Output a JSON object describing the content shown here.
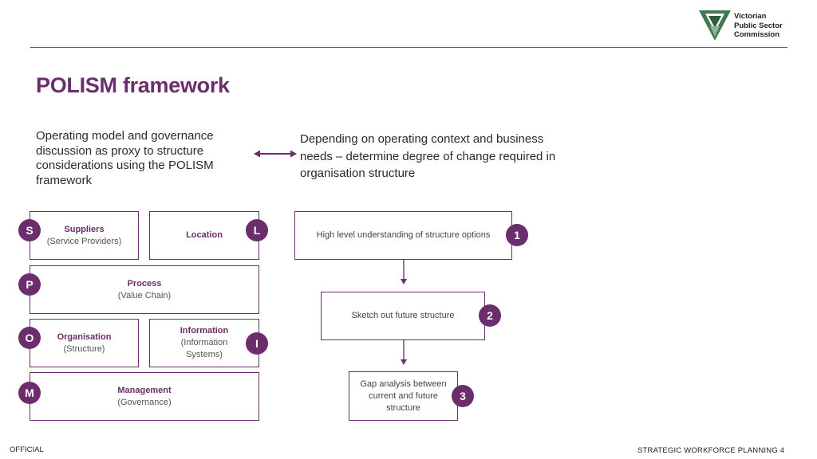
{
  "header": {
    "logo_icon": "vpsc-triangle-logo",
    "org_name_lines": [
      "Victorian",
      "Public Sector",
      "Commission"
    ]
  },
  "title": "POLISM framework",
  "intro": {
    "left_text": "Operating model and governance discussion as proxy to structure considerations using the POLISM framework",
    "right_text": "Depending on operating context and business needs – determine degree of change required in organisation structure",
    "connector_icon": "double-headed-arrow-icon"
  },
  "polism": {
    "suppliers": {
      "letter": "S",
      "title": "Suppliers",
      "subtitle": "(Service Providers)"
    },
    "location": {
      "letter": "L",
      "title": "Location"
    },
    "process": {
      "letter": "P",
      "title": "Process",
      "subtitle": "(Value Chain)"
    },
    "organisation": {
      "letter": "O",
      "title": "Organisation",
      "subtitle": "(Structure)"
    },
    "information": {
      "letter": "I",
      "title": "Information",
      "subtitle_line1": "(Information",
      "subtitle_line2": "Systems)"
    },
    "management": {
      "letter": "M",
      "title": "Management",
      "subtitle": "(Governance)"
    }
  },
  "flow": {
    "steps": [
      {
        "number": "1",
        "text": "High level understanding of structure options"
      },
      {
        "number": "2",
        "text": "Sketch out future structure"
      },
      {
        "number": "3",
        "text_lines": [
          "Gap analysis between",
          "current and future",
          "structure"
        ]
      }
    ]
  },
  "footer": {
    "classification": "OFFICIAL",
    "section": "STRATEGIC WORKFORCE PLANNING",
    "page_number": "4"
  },
  "colors": {
    "accent_purple": "#6b2d6b",
    "logo_green": "#3f7a4e",
    "rule_green": "#4a6e55"
  }
}
